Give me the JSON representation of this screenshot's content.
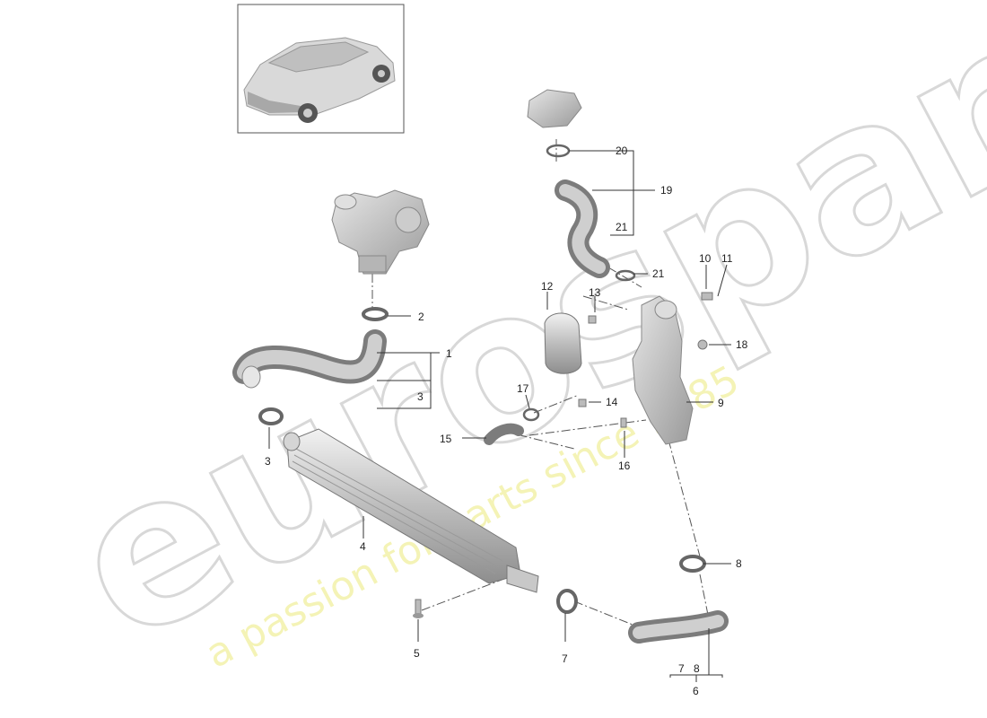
{
  "watermark": {
    "brand": "eurospares",
    "tagline": "a passion for parts since 1985"
  },
  "thumbnail": {
    "icon": "suv-car-icon"
  },
  "callouts": {
    "c1": "1",
    "c2": "2",
    "c3a": "3",
    "c3b": "3",
    "c4": "4",
    "c5": "5",
    "c6": "6",
    "c7a": "7",
    "c7b": "7",
    "c8a": "8",
    "c8b": "8",
    "c9": "9",
    "c10": "10",
    "c11": "11",
    "c12": "12",
    "c13": "13",
    "c14": "14",
    "c15": "15",
    "c16": "16",
    "c17": "17",
    "c18": "18",
    "c19": "19",
    "c20": "20",
    "c21a": "21",
    "c21b": "21"
  }
}
